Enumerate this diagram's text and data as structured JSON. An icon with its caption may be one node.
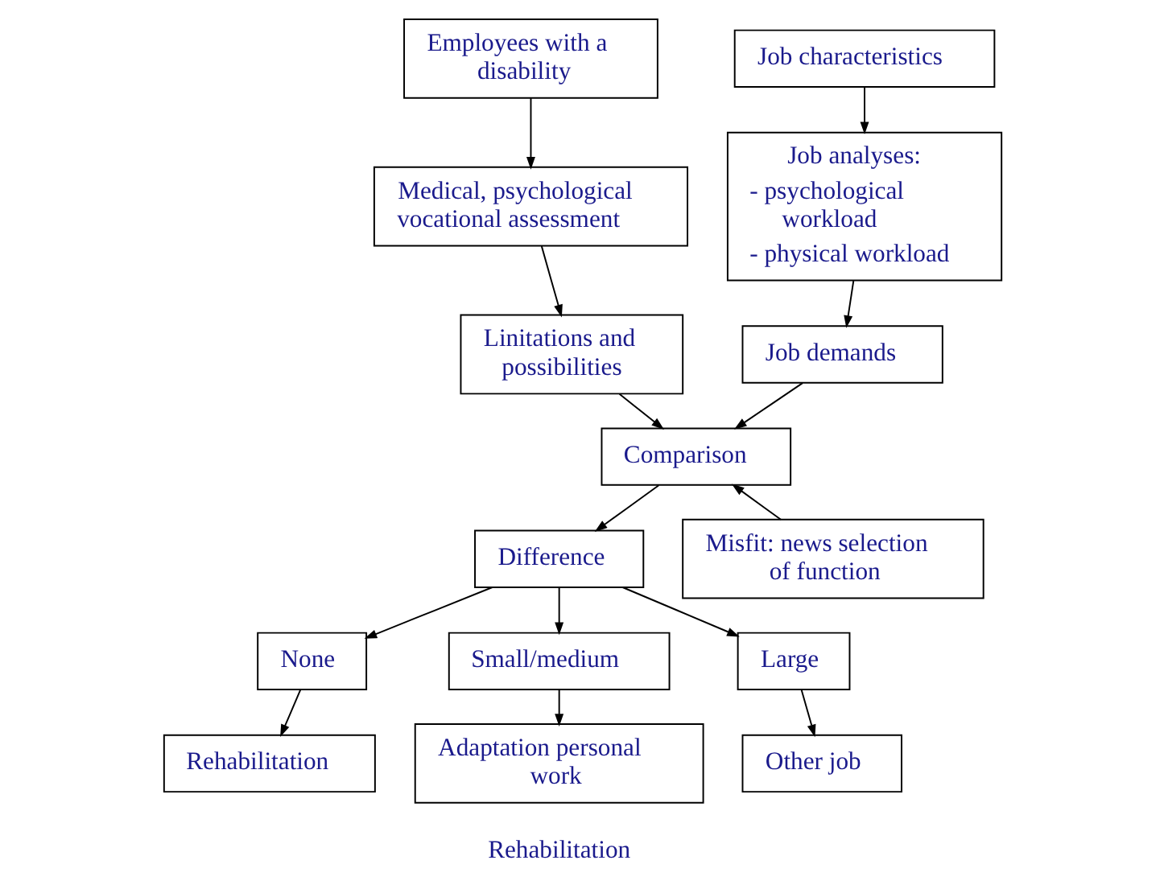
{
  "diagram": {
    "nodes": [
      {
        "text": [
          "Employees with a disability"
        ]
      },
      {
        "text": [
          "Medical, psychological vocational assessment"
        ]
      },
      {
        "text": [
          "Linitations and possibilities"
        ]
      },
      {
        "text": [
          "Job characteristics"
        ]
      },
      {
        "text": [
          "Job analyses:",
          "- psychological workload",
          "- physical workload"
        ]
      },
      {
        "text": [
          "Job demands"
        ]
      },
      {
        "text": [
          "Comparison"
        ]
      },
      {
        "text": [
          "Difference"
        ]
      },
      {
        "text": [
          "Misfit: news selection of function"
        ]
      },
      {
        "text": [
          "None"
        ]
      },
      {
        "text": [
          "Small/medium"
        ]
      },
      {
        "text": [
          "Large"
        ]
      },
      {
        "text": [
          "Rehabilitation"
        ]
      },
      {
        "text": [
          "Adaptation personal work"
        ],
        "beside": [
          "Rehabilitation"
        ]
      },
      {
        "text": [
          "Other job"
        ]
      }
    ],
    "edges": [
      {
        "from": 0,
        "to": 1,
        "arrow": "to"
      },
      {
        "from": 1,
        "to": 2,
        "arrow": "to"
      },
      {
        "from": 3,
        "to": 4,
        "arrow": "to"
      },
      {
        "from": 4,
        "to": 5,
        "arrow": "to"
      },
      {
        "from": 2,
        "to": 6,
        "arrow": "to"
      },
      {
        "from": 5,
        "to": 6,
        "arrow": "to"
      },
      {
        "from": 8,
        "to": 6,
        "arrow": "to"
      },
      {
        "from": 6,
        "to": 7,
        "arrow": "to"
      },
      {
        "from": 7,
        "to": 9,
        "arrow": "to"
      },
      {
        "from": 7,
        "to": 10,
        "arrow": "to"
      },
      {
        "from": 7,
        "to": 11,
        "arrow": "to"
      },
      {
        "from": 9,
        "to": 12,
        "arrow": "to"
      },
      {
        "from": 10,
        "to": 13,
        "arrow": "to"
      },
      {
        "from": 11,
        "to": 14,
        "arrow": "to"
      }
    ]
  }
}
